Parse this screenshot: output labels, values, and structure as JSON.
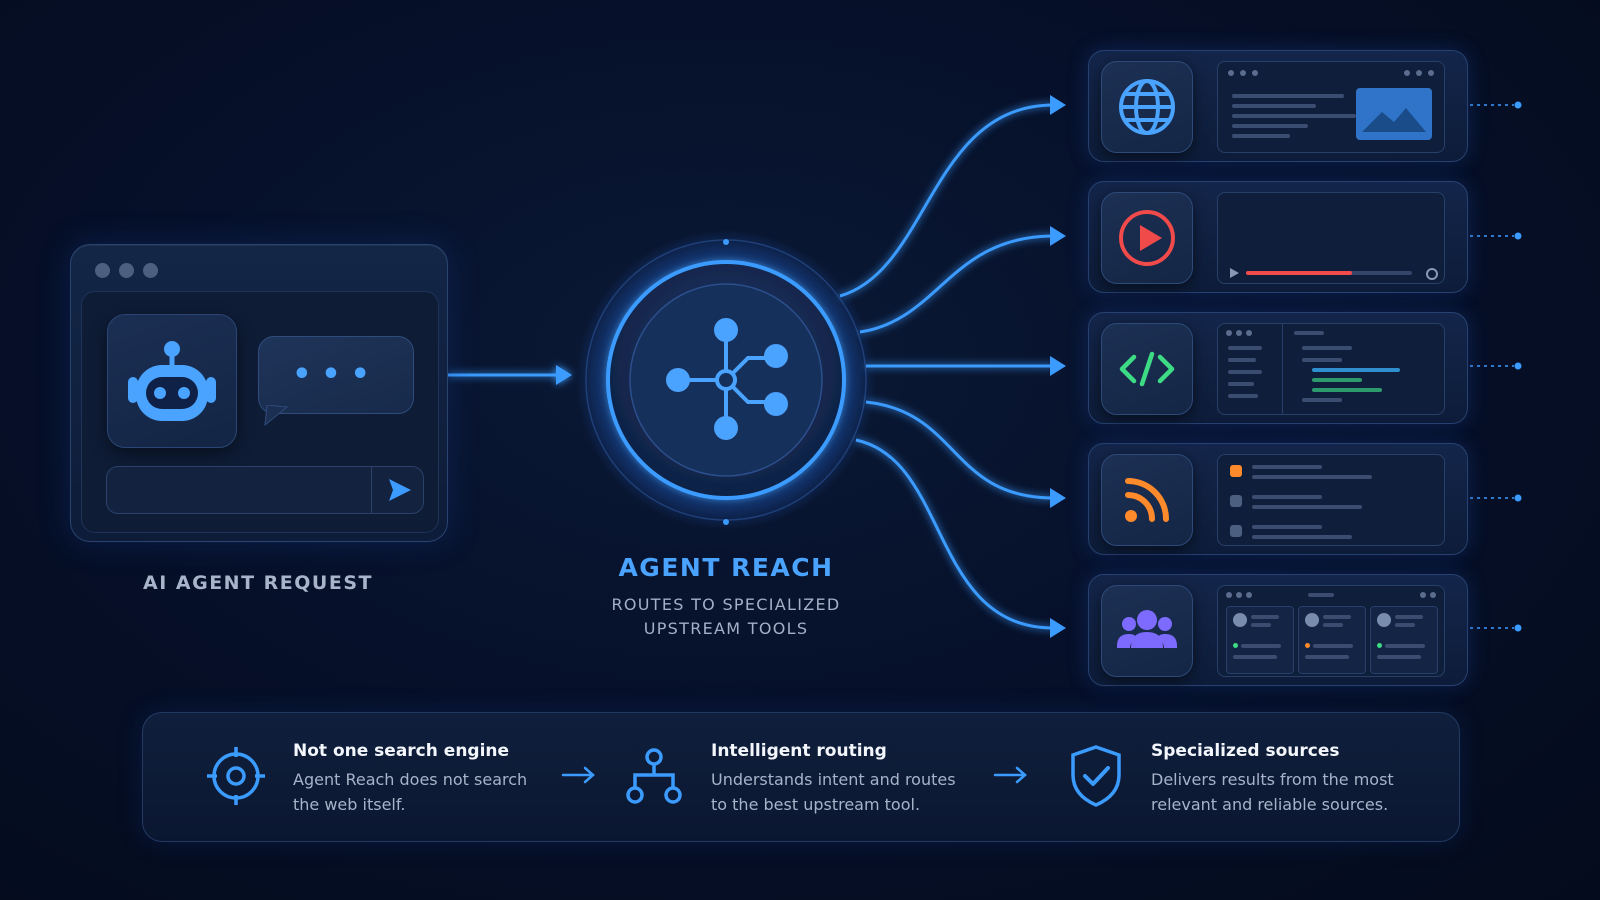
{
  "request": {
    "caption": "AI AGENT REQUEST",
    "bubble_text": "•••"
  },
  "hub": {
    "title": "AGENT REACH",
    "subtitle_line1": "ROUTES TO SPECIALIZED",
    "subtitle_line2": "UPSTREAM TOOLS"
  },
  "tools": [
    {
      "icon": "globe-icon",
      "kind": "web"
    },
    {
      "icon": "play-icon",
      "kind": "video"
    },
    {
      "icon": "code-icon",
      "kind": "code"
    },
    {
      "icon": "rss-icon",
      "kind": "feed"
    },
    {
      "icon": "users-icon",
      "kind": "social"
    }
  ],
  "features": [
    {
      "icon": "target-icon",
      "title": "Not one search engine",
      "desc1": "Agent Reach does not search",
      "desc2": "the web itself."
    },
    {
      "icon": "routing-icon",
      "title": "Intelligent routing",
      "desc1": "Understands intent and routes",
      "desc2": "to the best upstream tool."
    },
    {
      "icon": "shield-check-icon",
      "title": "Specialized sources",
      "desc1": "Delivers results from the most",
      "desc2": "relevant and reliable sources."
    }
  ],
  "colors": {
    "accent": "#3b9bff",
    "play": "#f04a4a",
    "code": "#3ddc84",
    "rss": "#ff8a2b",
    "users": "#7d6bff"
  }
}
